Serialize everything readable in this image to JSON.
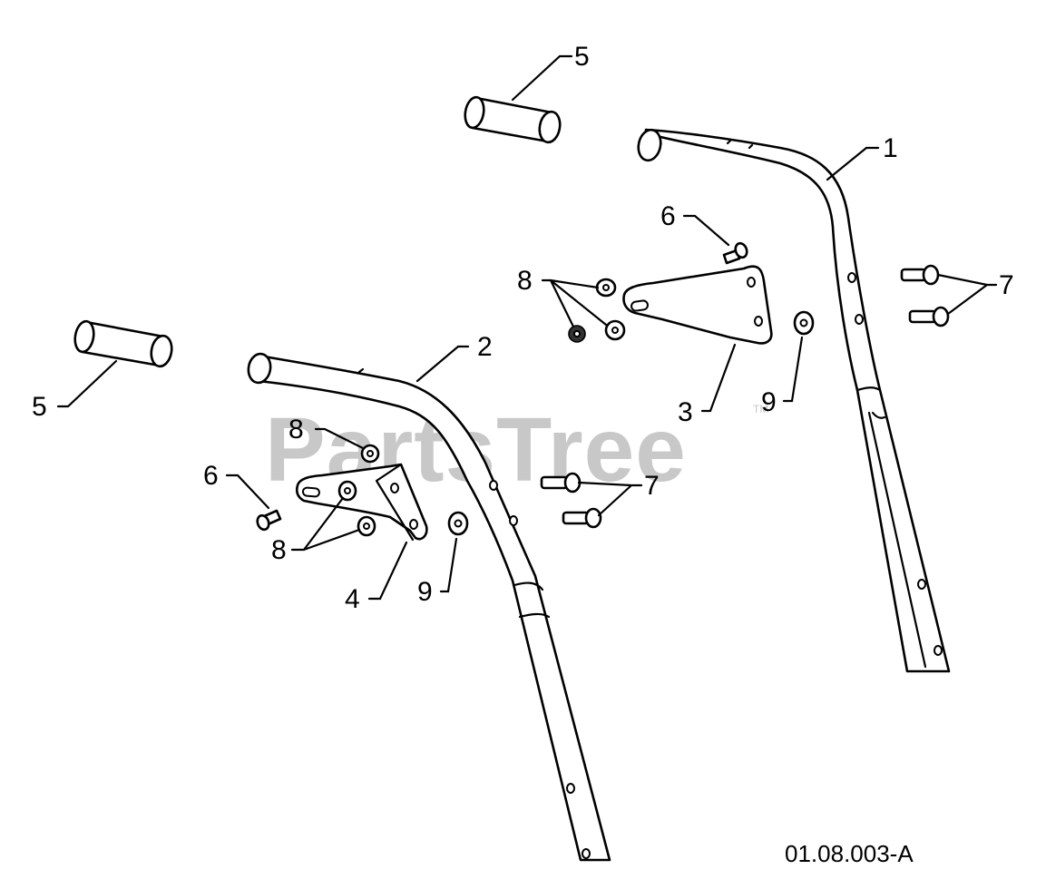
{
  "diagram": {
    "drawing_number": "01.08.003-A",
    "watermark": {
      "text": "PartsTree",
      "trademark": "TM"
    },
    "callouts": {
      "c1": "1",
      "c2": "2",
      "c3": "3",
      "c4": "4",
      "c5a": "5",
      "c5b": "5",
      "c6a": "6",
      "c6b": "6",
      "c7a": "7",
      "c7b": "7",
      "c8a": "8",
      "c8b": "8",
      "c8c": "8",
      "c9a": "9",
      "c9b": "9"
    }
  }
}
